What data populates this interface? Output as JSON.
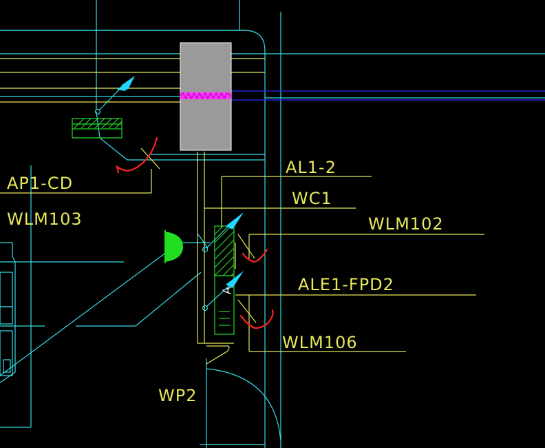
{
  "colors": {
    "background": "#000000",
    "cyan": "#33e0e8",
    "yellow": "#e8e85a",
    "green": "#22dd22",
    "blue": "#2a2aff",
    "gray": "#9a9a9a",
    "magenta": "#ff33ff",
    "red": "#ff2222",
    "arrow": "#22d8ff"
  },
  "labels": {
    "ap1_cd": "AP1-CD",
    "wlm103": "WLM103",
    "al1_2": "AL1-2",
    "wc1": "WC1",
    "wlm102": "WLM102",
    "ale1_fpd2": "ALE1-FPD2",
    "wlm106": "WLM106",
    "wp2": "WP2",
    "mark_a": "A"
  }
}
